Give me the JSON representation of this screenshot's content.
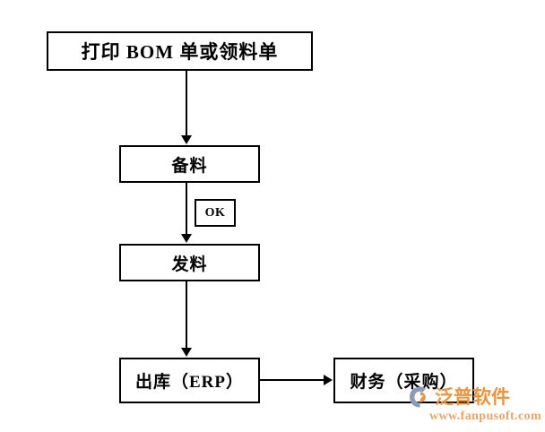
{
  "diagram": {
    "title": "",
    "nodes": [
      {
        "id": "print-bom",
        "label": "打印 BOM 单或领料单"
      },
      {
        "id": "prepare",
        "label": "备料"
      },
      {
        "id": "issue",
        "label": "发料"
      },
      {
        "id": "outbound",
        "label": "出库（ERP）"
      },
      {
        "id": "finance",
        "label": "财务（采购）"
      }
    ],
    "edge_labels": [
      {
        "id": "ok-label",
        "label": "OK"
      }
    ],
    "colors": {
      "stroke": "#000000",
      "fill": "#ffffff",
      "background": "#ffffff"
    }
  },
  "watermark": {
    "brand": "泛普软件",
    "url": "www.fanpusoft.com",
    "mark_color_primary": "#8a9ab8",
    "mark_color_accent": "#e8953f",
    "text_color": "#e8953f"
  }
}
